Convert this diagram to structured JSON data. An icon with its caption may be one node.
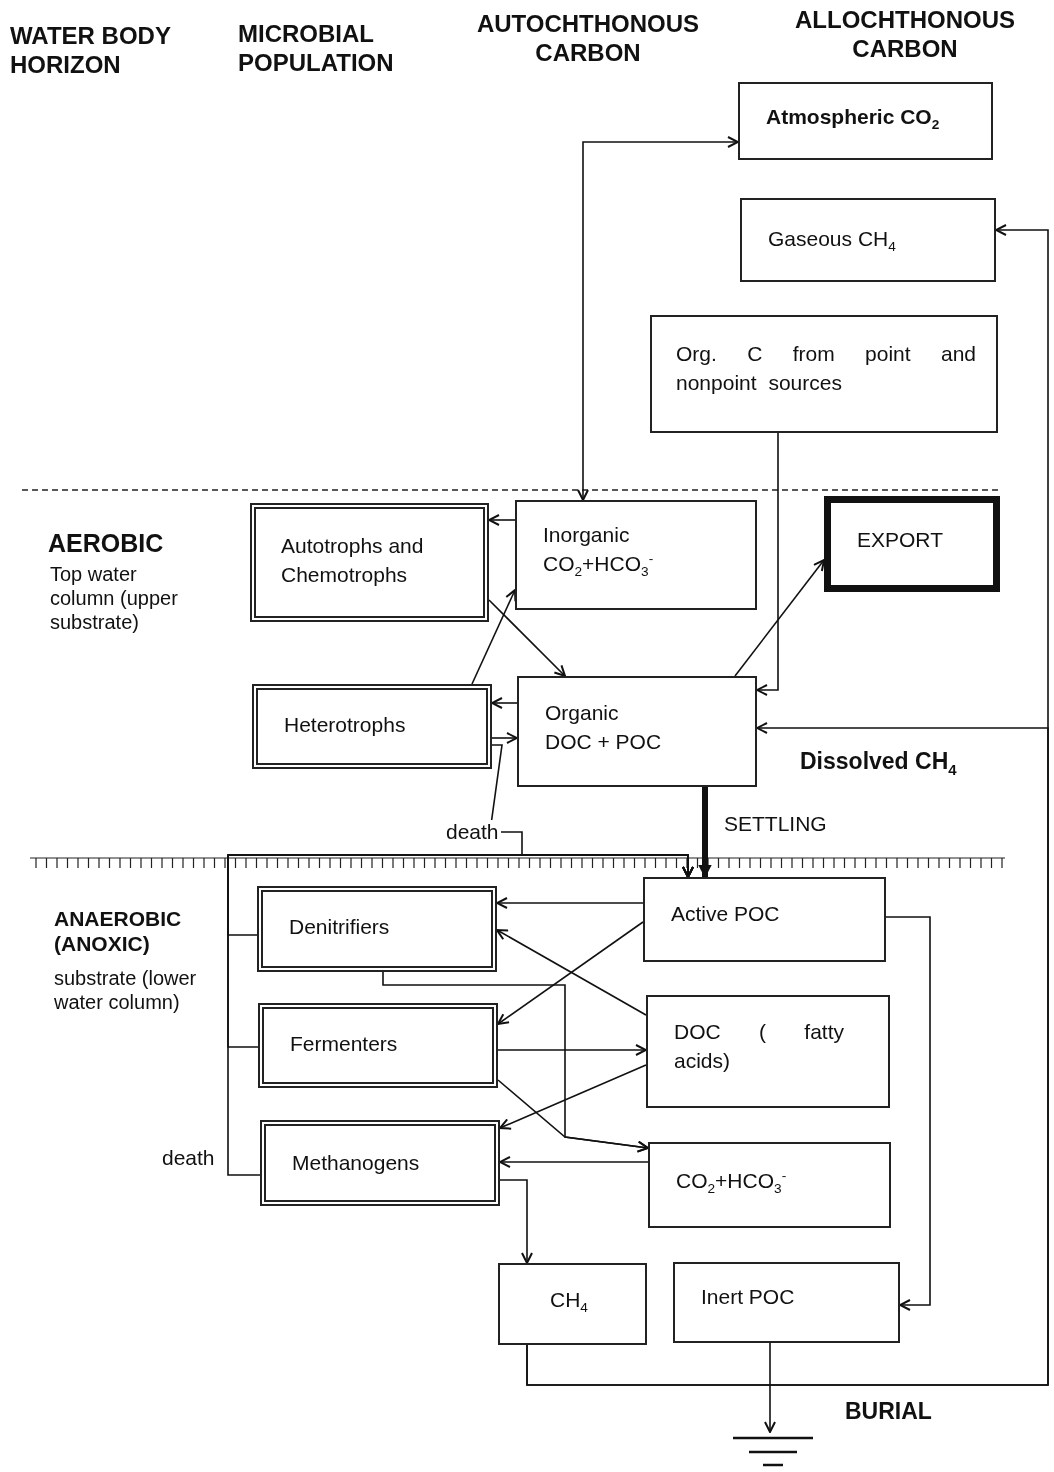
{
  "diagram": {
    "nodes": [
      {
        "text": [
          "Atmospheric CO$_{2}$"
        ]
      },
      {
        "text": [
          "Gaseous CH$_{4}$"
        ]
      },
      {
        "text": [
          "Org. C from point and nonpoint sources"
        ]
      },
      {
        "text": [
          "Autotrophs and Chemotrophs"
        ]
      },
      {
        "text": [
          "Inorganic CO$_{2}$+HCO$_{3}$$^{-}$"
        ]
      },
      {
        "text": [
          "EXPORT"
        ]
      },
      {
        "text": [
          "Heterotrophs"
        ]
      },
      {
        "text": [
          "Organic DOC + POC"
        ]
      },
      {
        "text": [
          "Denitrifiers"
        ]
      },
      {
        "text": [
          "Active POC"
        ]
      },
      {
        "text": [
          "Fermenters"
        ]
      },
      {
        "text": [
          "DOC ( fatty acids)"
        ]
      },
      {
        "text": [
          "Methanogens"
        ]
      },
      {
        "text": [
          "CO$_{2}$+HCO$_{3}$$^{-}$"
        ]
      },
      {
        "text": [
          "CH$_{4}$"
        ]
      },
      {
        "text": [
          "Inert POC"
        ]
      },
      {
        "text": [],
        "shape": "ground",
        "beside": [
          "BURIAL"
        ]
      }
    ],
    "edges": [
      {
        "from": 4,
        "to": 0,
        "arrow": "both"
      },
      {
        "from": 2,
        "to": 7,
        "arrow": "to"
      },
      {
        "from": 4,
        "to": 3,
        "arrow": "to"
      },
      {
        "from": 3,
        "to": 7,
        "arrow": "to"
      },
      {
        "from": 6,
        "to": 4,
        "arrow": "to"
      },
      {
        "from": 7,
        "to": 6,
        "arrow": "to"
      },
      {
        "from": 6,
        "to": 7,
        "arrow": "to"
      },
      {
        "from": 7,
        "to": 5,
        "arrow": "to"
      },
      {
        "from": 7,
        "to": 9,
        "arrow": "to",
        "label": "SETTLING",
        "style": "thick"
      },
      {
        "from": 6,
        "to": 9,
        "arrow": "to",
        "label": "death"
      },
      {
        "from": 8,
        "to": 9,
        "arrow": "to"
      },
      {
        "from": 10,
        "to": 9,
        "arrow": "to"
      },
      {
        "from": 12,
        "to": 9,
        "arrow": "to",
        "label": "death"
      },
      {
        "from": 9,
        "to": 8,
        "arrow": "to"
      },
      {
        "from": 9,
        "to": 10,
        "arrow": "to"
      },
      {
        "from": 11,
        "to": 8,
        "arrow": "to"
      },
      {
        "from": 10,
        "to": 11,
        "arrow": "to"
      },
      {
        "from": 11,
        "to": 12,
        "arrow": "to"
      },
      {
        "from": 8,
        "to": 13,
        "arrow": "to"
      },
      {
        "from": 10,
        "to": 13,
        "arrow": "to"
      },
      {
        "from": 13,
        "to": 12,
        "arrow": "to"
      },
      {
        "from": 12,
        "to": 14,
        "arrow": "to"
      },
      {
        "from": 9,
        "to": 15,
        "arrow": "to"
      },
      {
        "from": 14,
        "to": 1,
        "arrow": "to"
      },
      {
        "from": 14,
        "to": 7,
        "arrow": "to"
      },
      {
        "from": 15,
        "to": 16,
        "arrow": "to"
      }
    ],
    "labels": [
      "WATER BODY HORIZON",
      "MICROBIAL POPULATION",
      "AUTOCHTHONOUS CARBON",
      "ALLOCHTHONOUS CARBON",
      "AEROBIC",
      "Top water column (upper substrate)",
      "ANAEROBIC (ANOXIC)",
      "substrate (lower water column)",
      "Dissolved CH$_{4}$"
    ]
  }
}
